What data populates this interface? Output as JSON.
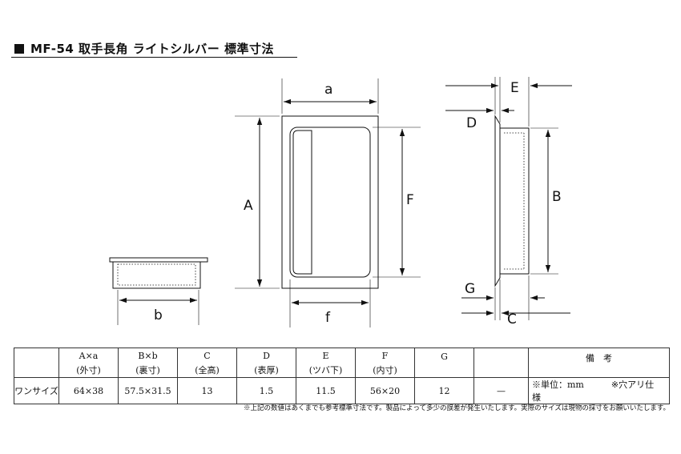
{
  "title": "MF-54 取手長角 ライトシルバー 標準寸法",
  "dimension_labels": {
    "a": "a",
    "A": "A",
    "F": "F",
    "f": "f",
    "b": "b",
    "E": "E",
    "D": "D",
    "B": "B",
    "G": "G",
    "C": "C"
  },
  "table": {
    "headers_top": [
      "",
      "A×a",
      "B×b",
      "C",
      "D",
      "E",
      "F",
      "G",
      "",
      "備　考"
    ],
    "headers_sub": [
      "",
      "(外寸)",
      "(裏寸)",
      "(全高)",
      "(表厚)",
      "(ツバ下)",
      "(内寸)",
      "",
      "",
      ""
    ],
    "row": {
      "label": "ワンサイズ",
      "values": [
        "64×38",
        "57.5×31.5",
        "13",
        "1.5",
        "11.5",
        "56×20",
        "12",
        "—"
      ],
      "note_unit": "※単位：mm",
      "note_hole": "※穴アリ仕様"
    }
  },
  "footnote": "※上記の数値はあくまでも参考標準寸法です。製品によって多少の誤差が発生いたします。実際のサイズは現物の採寸をお願いいたします。"
}
